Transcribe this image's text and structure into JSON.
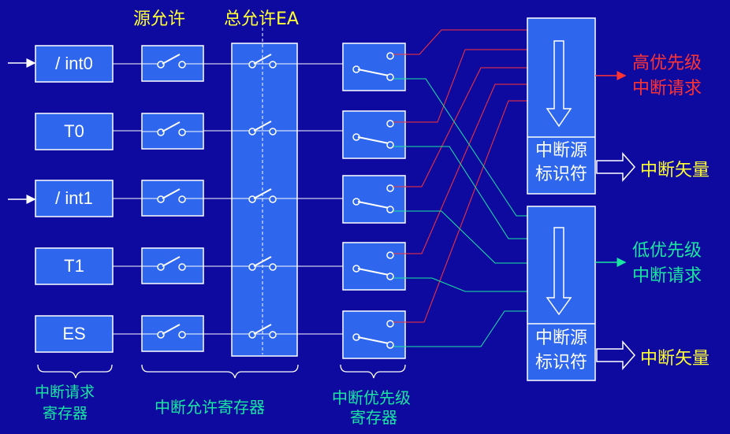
{
  "headers": {
    "source_enable": "源允许",
    "master_enable": "总允许EA"
  },
  "sources": [
    {
      "label": "/ int0"
    },
    {
      "label": "T0"
    },
    {
      "label": "/ int1"
    },
    {
      "label": "T1"
    },
    {
      "label": "ES"
    }
  ],
  "blocks": {
    "high": {
      "line1": "中断源",
      "line2": "标识符"
    },
    "low": {
      "line1": "中断源",
      "line2": "标识符"
    }
  },
  "outputs": {
    "high_req_1": "高优先级",
    "high_req_2": "中断请求",
    "low_req_1": "低优先级",
    "low_req_2": "中断请求",
    "vector_1": "中断矢量",
    "vector_2": "中断矢量"
  },
  "bottom_labels": {
    "req_reg_1": "中断请求",
    "req_reg_2": "寄存器",
    "enable_reg": "中断允许寄存器",
    "prio_reg_1": "中断优先级",
    "prio_reg_2": "寄存器"
  },
  "colors": {
    "background": "#0e0aa0",
    "box_fill": "#2e66ee",
    "header_text": "#ffff33",
    "bottom_text": "#19e6a0",
    "high_priority": "#ff3333",
    "low_priority": "#19e6a0"
  }
}
